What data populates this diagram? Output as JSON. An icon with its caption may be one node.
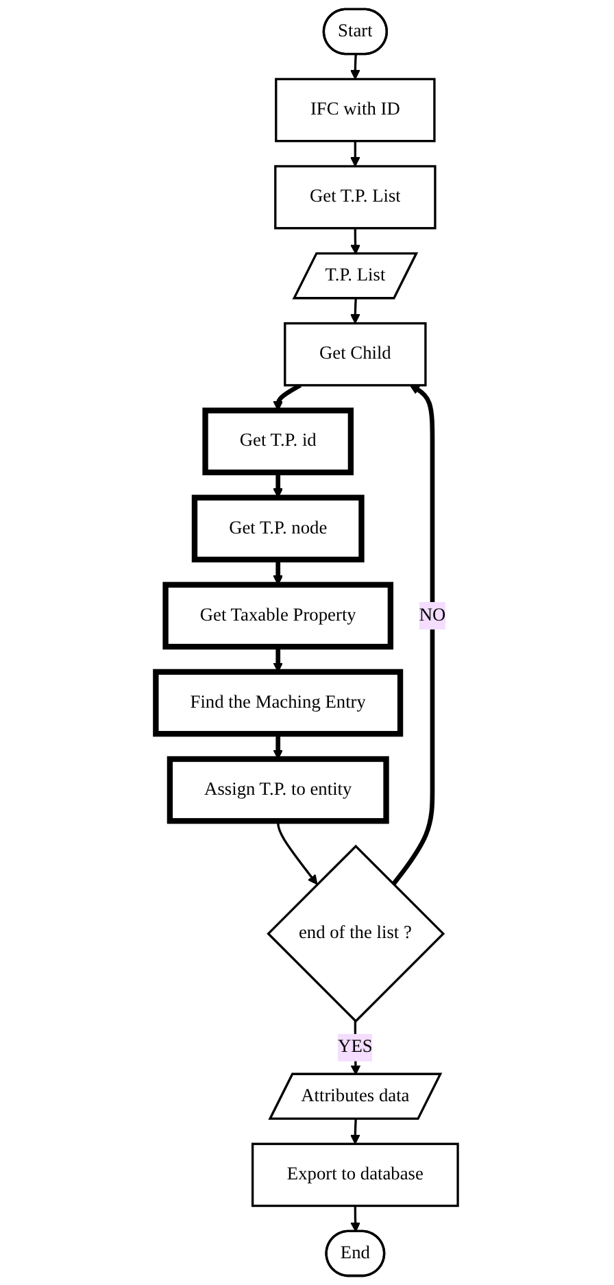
{
  "diagram": {
    "nodes": [
      {
        "text": [
          "Start"
        ]
      },
      {
        "text": [
          "IFC with ID"
        ]
      },
      {
        "text": [
          "Get T.P. List"
        ]
      },
      {
        "text": [
          "T.P. List"
        ]
      },
      {
        "text": [
          "Get Child"
        ]
      },
      {
        "text": [
          "Get T.P. id"
        ]
      },
      {
        "text": [
          "Get T.P. node"
        ]
      },
      {
        "text": [
          "Get Taxable Property"
        ]
      },
      {
        "text": [
          "Find the Maching Entry"
        ]
      },
      {
        "text": [
          "Assign T.P. to entity"
        ]
      },
      {
        "text": [
          "end of the list ?"
        ]
      },
      {
        "text": [
          "Attributes data"
        ]
      },
      {
        "text": [
          "Export to database"
        ]
      },
      {
        "text": [
          "End"
        ]
      }
    ],
    "edges": [
      {
        "from": 0,
        "to": 1,
        "arrow": "to"
      },
      {
        "from": 1,
        "to": 2,
        "arrow": "to"
      },
      {
        "from": 2,
        "to": 3,
        "arrow": "to"
      },
      {
        "from": 3,
        "to": 4,
        "arrow": "to"
      },
      {
        "from": 4,
        "to": 5,
        "arrow": "to",
        "style": "thick"
      },
      {
        "from": 5,
        "to": 6,
        "arrow": "to",
        "style": "thick"
      },
      {
        "from": 6,
        "to": 7,
        "arrow": "to",
        "style": "thick"
      },
      {
        "from": 7,
        "to": 8,
        "arrow": "to",
        "style": "thick"
      },
      {
        "from": 8,
        "to": 9,
        "arrow": "to",
        "style": "thick"
      },
      {
        "from": 9,
        "to": 10,
        "arrow": "to"
      },
      {
        "from": 10,
        "to": 4,
        "label": "NO",
        "arrow": "to",
        "style": "thick"
      },
      {
        "from": 10,
        "to": 11,
        "label": "YES",
        "arrow": "to"
      },
      {
        "from": 11,
        "to": 12,
        "arrow": "to"
      },
      {
        "from": 12,
        "to": 13,
        "arrow": "to"
      }
    ]
  }
}
